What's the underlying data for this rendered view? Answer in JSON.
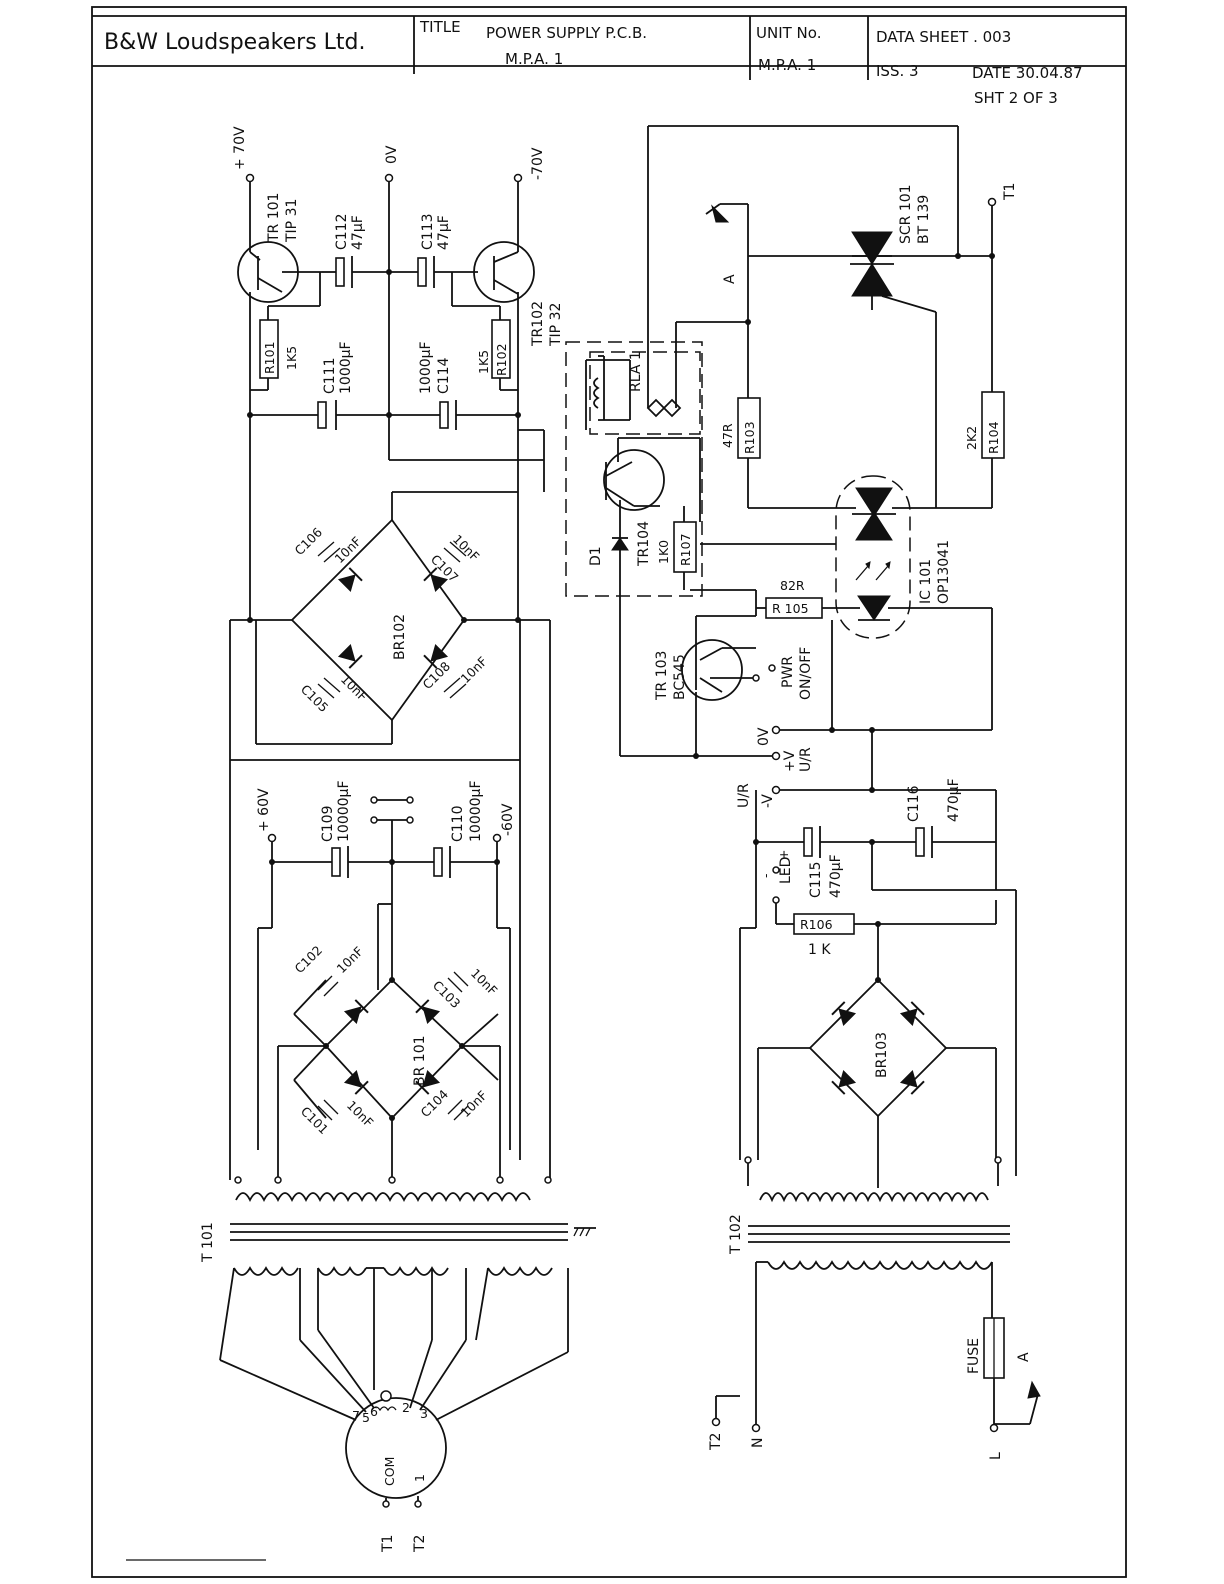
{
  "header": {
    "company": "B&W Loudspeakers Ltd.",
    "title_label": "TITLE",
    "title_line1": "POWER SUPPLY P.C.B.",
    "title_line2": "M.P.A. 1",
    "unit_label": "UNIT No.",
    "unit_value": "M.P.A. 1",
    "datasheet": "DATA SHEET . 003",
    "issue": "ISS. 3",
    "date": "DATE 30.04.87",
    "sheet": "SHT 2 OF 3"
  },
  "rails": {
    "plus70": "+ 70V",
    "zero": "0V",
    "minus70": "-70V",
    "plus60": "+ 60V",
    "minus60": "-60V"
  },
  "components": {
    "tr101": "TR 101",
    "tr101_type": "TIP 31",
    "tr102": "TR102",
    "tr102_type": "TIP 32",
    "c112": "C112",
    "c112_val": "47µF",
    "c113": "C113",
    "c113_val": "47µF",
    "r101": "R101",
    "r101_val": "1K5",
    "r102": "R102",
    "r102_val": "1K5",
    "c111": "C111",
    "c111_val": "1000µF",
    "c114": "C114",
    "c114_val": "1000µF",
    "c105": "C105",
    "c106": "C106",
    "c107": "C107",
    "c108": "C108",
    "cap_10nf": "10nF",
    "br102": "BR102",
    "c109": "C109",
    "c109_val": "10000µF",
    "c110": "C110",
    "c110_val": "10000µF",
    "c101": "C101",
    "c102": "C102",
    "c103": "C103",
    "c104": "C104",
    "br101": "BR 101",
    "t101": "T 101",
    "selector_com": "COM",
    "selector_1": "1",
    "selector_2": "2",
    "selector_3": "3",
    "selector_5": "5",
    "selector_6": "6",
    "selector_7": "7",
    "t1": "T1",
    "t2": "T2",
    "scr101": "SCR 101",
    "scr101_type": "BT 139",
    "marker_a": "A",
    "rla1": "RLA 1",
    "r103": "R103",
    "r103_val": "47R",
    "r104": "R104",
    "r104_val": "2K2",
    "tr104": "TR104",
    "d1": "D1",
    "r107": "R107",
    "r107_val": "1K0",
    "r105": "R 105",
    "r105_val": "82R",
    "ic101": "IC 101",
    "ic101_type": "OP13041",
    "tr103": "TR 103",
    "tr103_type": "BC545",
    "pwr": "PWR",
    "onoff": "ON/OFF",
    "zero_v": "0V",
    "plus_v": "+V",
    "minus_v": "-V",
    "ur": "U/R",
    "c116": "C116",
    "c116_val": "470µF",
    "c115": "C115",
    "c115_val": "470µF",
    "led": "LED",
    "led_minus": "-",
    "led_plus": "+",
    "r106": "R106",
    "r106_val": "1 K",
    "br103": "BR103",
    "t102": "T 102",
    "fuse": "FUSE",
    "n": "N",
    "l": "L"
  }
}
